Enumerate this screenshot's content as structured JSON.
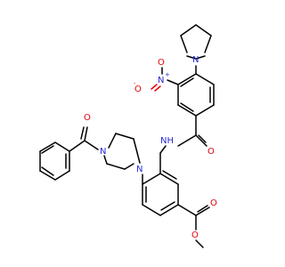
{
  "colors": {
    "carbon_bond": "#000000",
    "nitrogen": "#2a2ad8",
    "oxygen": "#e3000b",
    "background": "#ffffff"
  },
  "labels": {
    "pyrrolidine_n": "N",
    "nitro_n": "N",
    "nitro_n_charge": "+",
    "nitro_o_minus": "O",
    "nitro_o_minus_charge": "-",
    "nitro_o": "O",
    "amide_o": "O",
    "amide_nh": "NH",
    "piperazine_n_top": "N",
    "piperazine_n_bottom": "N",
    "benzoyl_o": "O",
    "ester_o_carbonyl": "O",
    "ester_o_methoxy": "O"
  }
}
